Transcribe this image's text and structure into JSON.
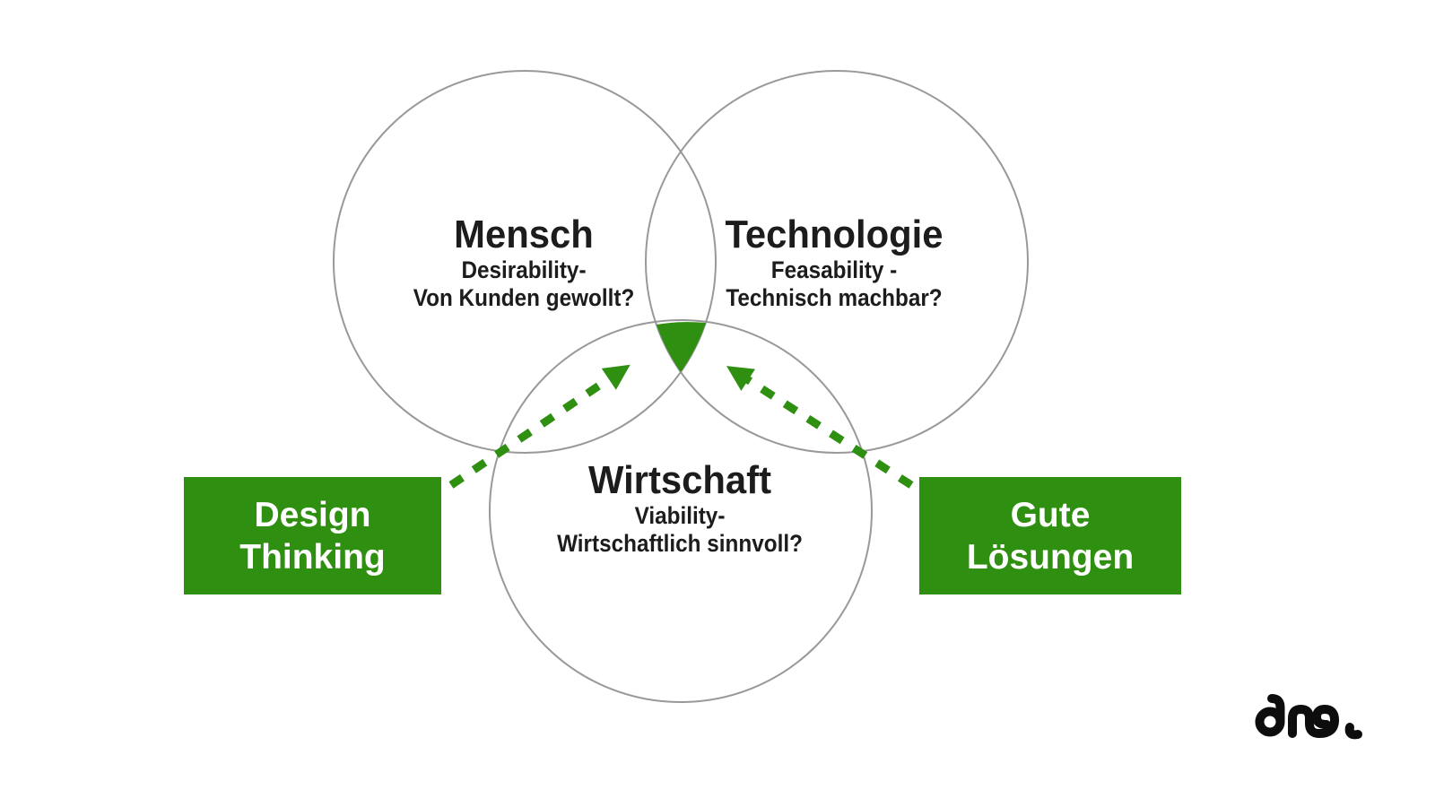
{
  "diagram": {
    "circles": [
      {
        "id": "mensch",
        "title": "Mensch",
        "subtitle1": "Desirability-",
        "subtitle2": "Von Kunden gewollt?"
      },
      {
        "id": "technologie",
        "title": "Technologie",
        "subtitle1": "Feasability -",
        "subtitle2": "Technisch machbar?"
      },
      {
        "id": "wirtschaft",
        "title": "Wirtschaft",
        "subtitle1": "Viability-",
        "subtitle2": "Wirtschaftlich sinnvoll?"
      }
    ]
  },
  "boxes": {
    "design_thinking": {
      "line1": "Design",
      "line2": "Thinking"
    },
    "gute_loesungen": {
      "line1": "Gute",
      "line2": "Lösungen"
    }
  },
  "logo": {
    "text": "dno."
  },
  "colors": {
    "green": "#2e8f10",
    "circle_stroke": "#999999",
    "title_text": "#1c1c1c",
    "box_text": "#ffffff",
    "background": "#ffffff",
    "logo": "#0d0d0d"
  }
}
